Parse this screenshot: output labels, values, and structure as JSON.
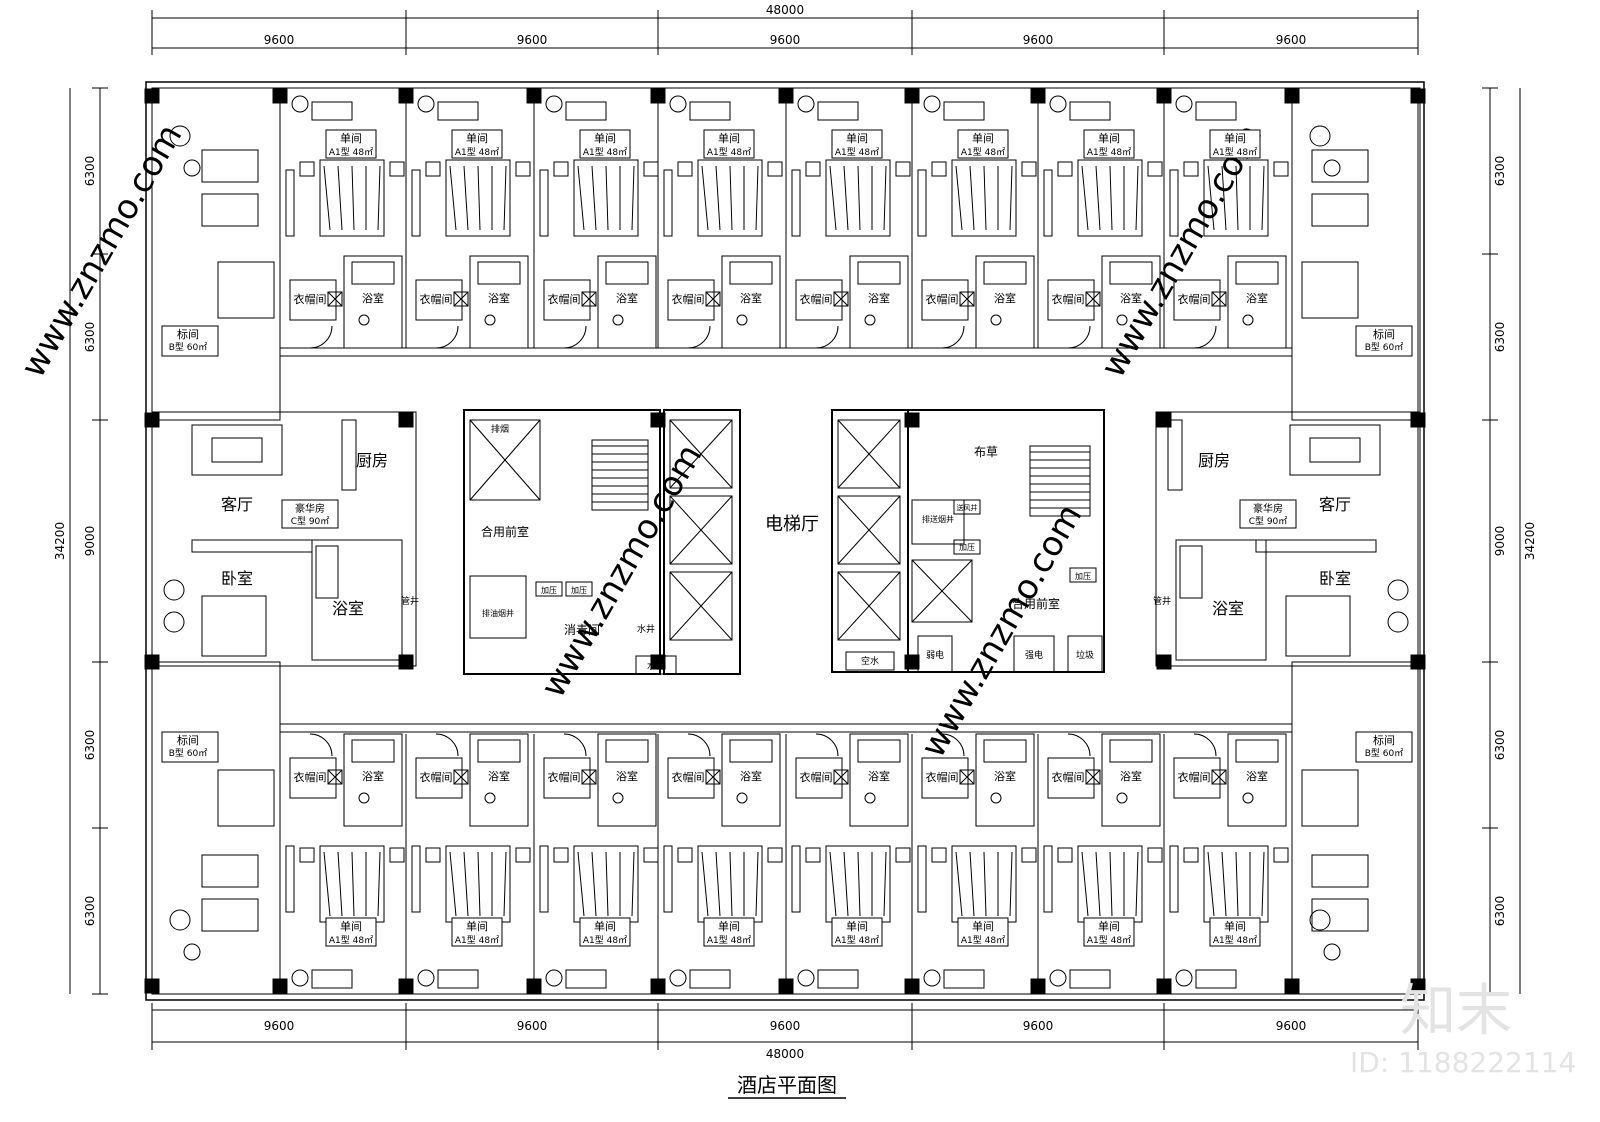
{
  "title": "酒店平面图",
  "watermark": {
    "brand": "知末",
    "id": "ID: 1188222114",
    "site": "www.znzmo.com"
  },
  "dimensions": {
    "total_width": "48000",
    "bay_width": "9600",
    "total_depth": "34200",
    "row_outer": "6300",
    "row_middle": "9000"
  },
  "rooms": {
    "single_name": "单间",
    "single_type": "A1型 48㎡",
    "standard_name": "标间",
    "standard_type": "B型 60㎡",
    "deluxe_name": "豪华房",
    "deluxe_type": "C型 90㎡",
    "closet": "衣帽间",
    "bath": "浴室",
    "living": "客厅",
    "bedroom": "卧室",
    "kitchen": "厨房",
    "shaft": "管井"
  },
  "core": {
    "elevator_hall": "电梯厅",
    "front_room": "合用前室",
    "disinfect": "消毒间",
    "water_well": "水井",
    "water_pump": "水井",
    "smoke_exhaust": "排烟",
    "pressurize": "加压",
    "grease_exhaust": "排油烟井",
    "linen": "布草",
    "ac": "空水",
    "strong_elec": "强电",
    "weak_elec": "弱电",
    "trash": "垃圾",
    "smoke_shaft": "排送烟井",
    "wind_shaft": "送风井"
  },
  "colors": {
    "line": "#000000",
    "watermark": "#d8d8d8"
  }
}
